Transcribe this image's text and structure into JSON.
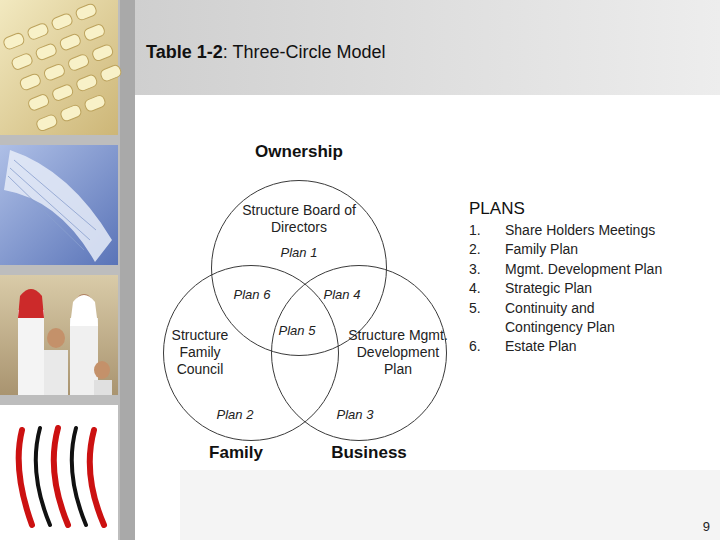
{
  "diagram": {
    "title": "Table 1-2: Three-Circle Model",
    "nodes": [
      {
        "text": [
          "Ownership",
          "Structure Board of Directors"
        ]
      },
      {
        "text": [
          "Structure Family Council",
          "Family"
        ]
      },
      {
        "text": [
          "Structure Mgmt. Development Plan",
          "Business"
        ]
      }
    ],
    "labels": [
      "Plan 1",
      "Plan 6",
      "Plan 4",
      "Plan 5",
      "Plan 2",
      "Plan 3",
      "PLANS",
      "1.",
      "Share Holders Meetings",
      "2.",
      "Family Plan",
      "3.",
      "Mgmt. Development Plan",
      "4.",
      "Strategic Plan",
      "5.",
      "Continuity and Contingency Plan",
      "6.",
      "Estate Plan",
      "9"
    ]
  }
}
